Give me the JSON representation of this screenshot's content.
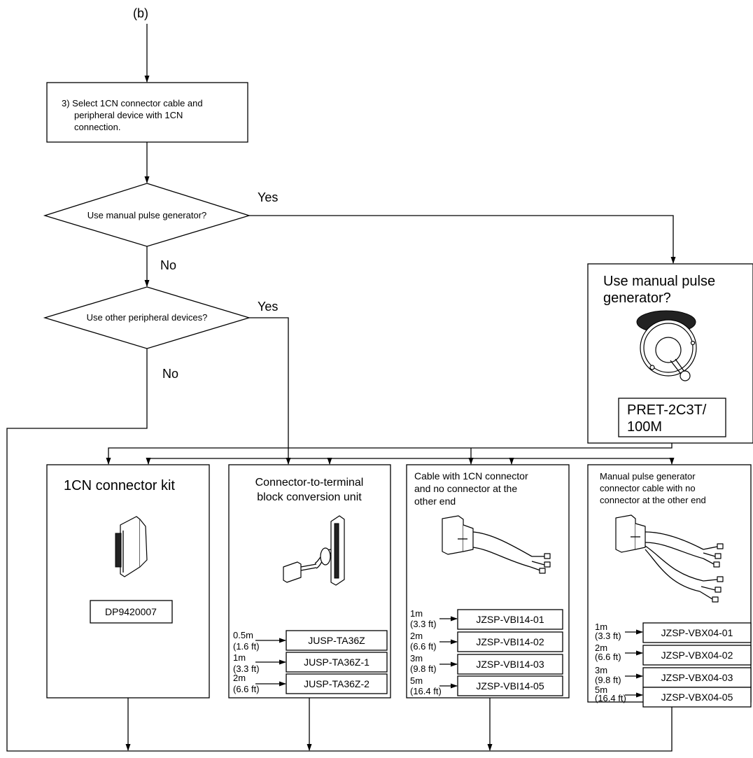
{
  "start_label": "(b)",
  "step3": {
    "line1": "3) Select 1CN connector cable and",
    "line2": "peripheral device with 1CN",
    "line3": "connection."
  },
  "decision1": {
    "text": "Use manual pulse generator?",
    "yes": "Yes",
    "no": "No"
  },
  "decision2": {
    "text": "Use other peripheral devices?",
    "yes": "Yes",
    "no": "No"
  },
  "mpg_box": {
    "title_line1": "Use manual pulse",
    "title_line2": "generator?",
    "model_line1": "PRET-2C3T/",
    "model_line2": "100M"
  },
  "kit_box": {
    "title": "1CN connector kit",
    "model": "DP9420007"
  },
  "conv_box": {
    "title_line1": "Connector-to-terminal",
    "title_line2": "block conversion unit",
    "rows": [
      {
        "len": "0.5m",
        "ft": "(1.6 ft)",
        "model": "JUSP-TA36Z"
      },
      {
        "len": "1m",
        "ft": "(3.3 ft)",
        "model": "JUSP-TA36Z-1"
      },
      {
        "len": "2m",
        "ft": "(6.6 ft)",
        "model": "JUSP-TA36Z-2"
      }
    ]
  },
  "cable_box": {
    "title_line1": "Cable with 1CN connector",
    "title_line2": "and no connector at the",
    "title_line3": "other end",
    "rows": [
      {
        "len": "1m",
        "ft": "(3.3 ft)",
        "model": "JZSP-VBI14-01"
      },
      {
        "len": "2m",
        "ft": "(6.6 ft)",
        "model": "JZSP-VBI14-02"
      },
      {
        "len": "3m",
        "ft": "(9.8 ft)",
        "model": "JZSP-VBI14-03"
      },
      {
        "len": "5m",
        "ft": "(16.4 ft)",
        "model": "JZSP-VBI14-05"
      }
    ]
  },
  "mpg_cable_box": {
    "title_line1": "Manual pulse generator",
    "title_line2": "connector cable with no",
    "title_line3": "connector at the other end",
    "rows": [
      {
        "len": "1m",
        "ft": "(3.3 ft)",
        "model": "JZSP-VBX04-01"
      },
      {
        "len": "2m",
        "ft": "(6.6 ft)",
        "model": "JZSP-VBX04-02"
      },
      {
        "len": "3m",
        "ft": "(9.8 ft)",
        "model": "JZSP-VBX04-03"
      },
      {
        "len": "5m",
        "ft": "(16.4 ft)",
        "model": "JZSP-VBX04-05"
      }
    ]
  }
}
